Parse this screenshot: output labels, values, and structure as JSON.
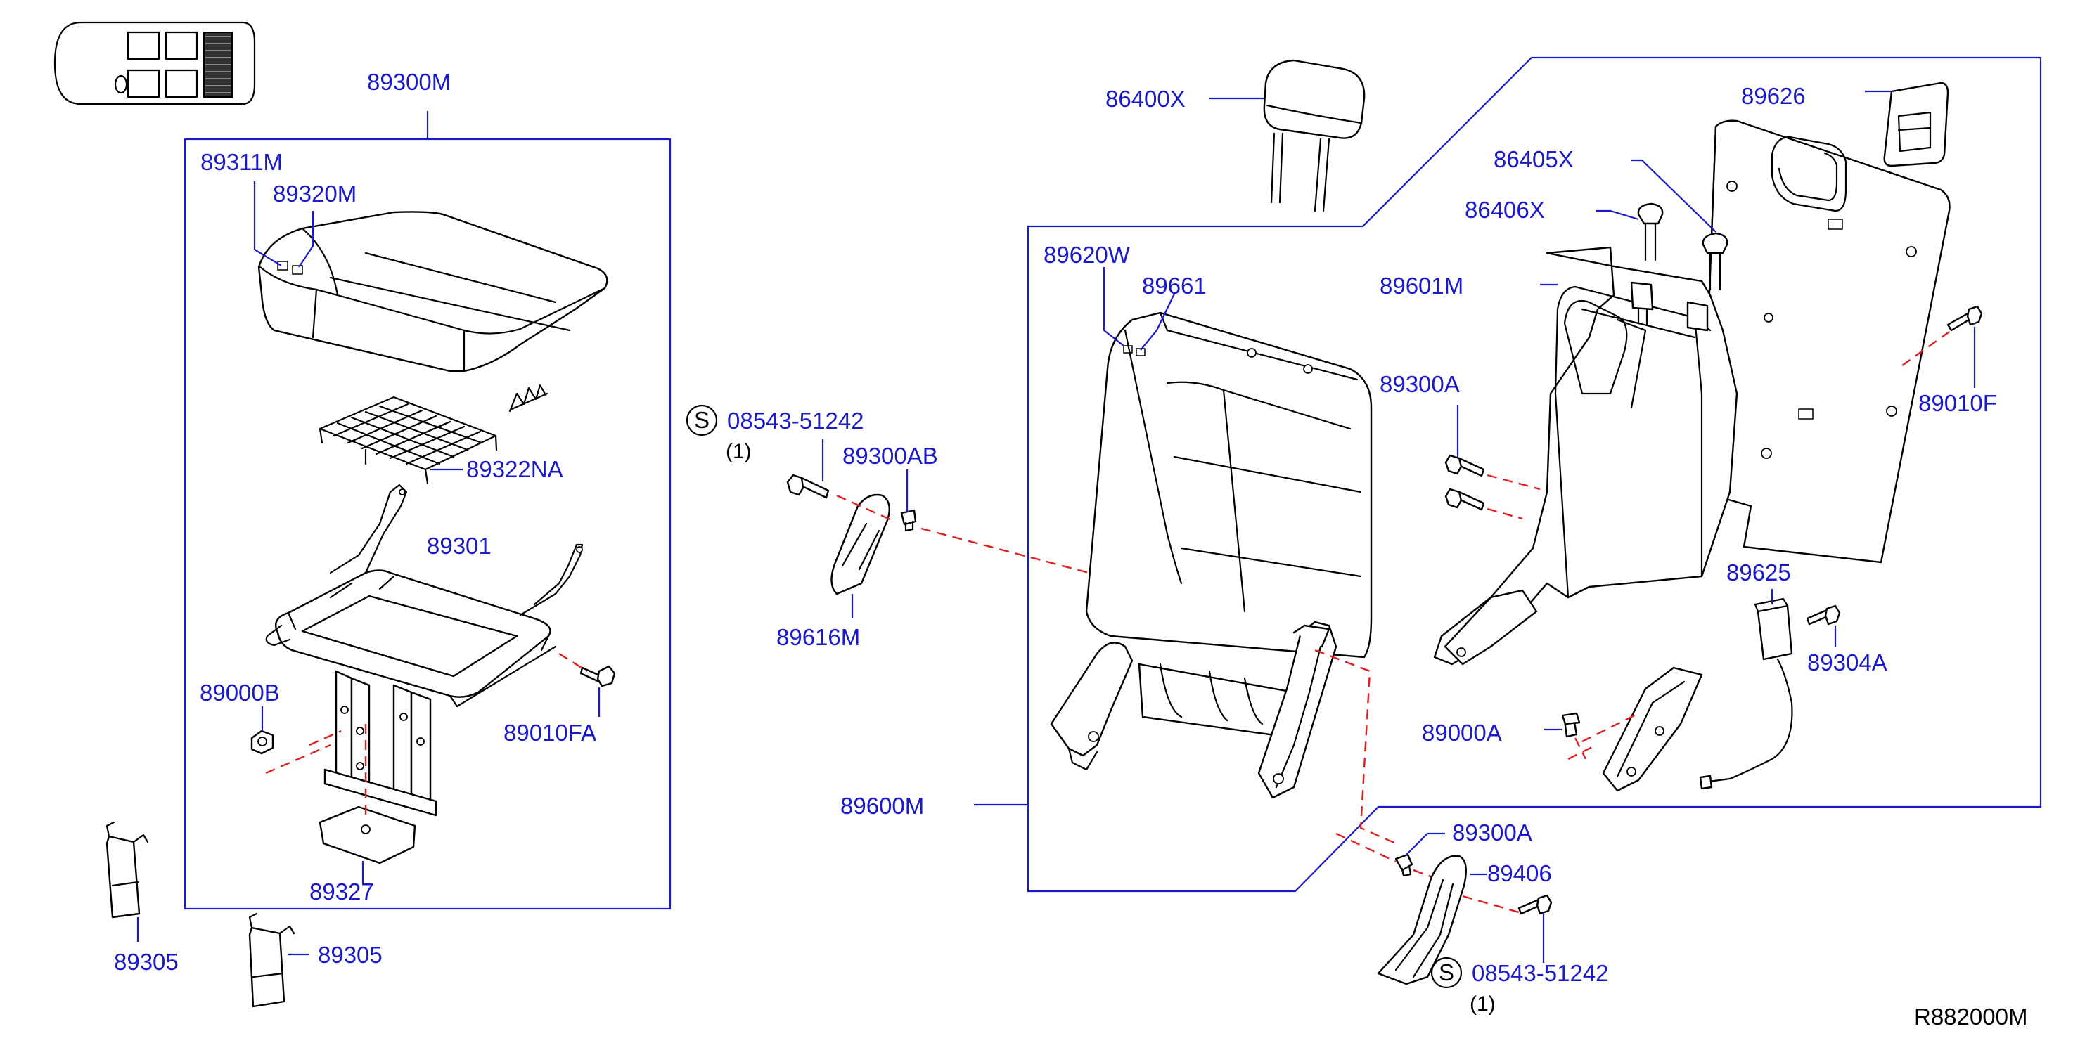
{
  "diagram": {
    "labels": {
      "p89300M": "89300M",
      "p89311M": "89311M",
      "p89320M": "89320M",
      "p89322NA": "89322NA",
      "p89301": "89301",
      "p89000B": "89000B",
      "p89010FA": "89010FA",
      "p89327": "89327",
      "p89305a": "89305",
      "p89305b": "89305",
      "s_left_num": "08543-51242",
      "s_left_qty": "(1)",
      "p89300AB": "89300AB",
      "p89616M": "89616M",
      "p86400X": "86400X",
      "p89620W": "89620W",
      "p89661": "89661",
      "p89600M": "89600M",
      "p89626": "89626",
      "p86405X": "86405X",
      "p86406X": "86406X",
      "p89601M": "89601M",
      "p89300A_top": "89300A",
      "p89010F": "89010F",
      "p89625": "89625",
      "p89304A": "89304A",
      "p89000A": "89000A",
      "p89300A_bottom": "89300A",
      "p89406": "89406",
      "s_right_num": "08543-51242",
      "s_right_qty": "(1)",
      "s_symbol": "S",
      "ref_code": "R882000M"
    },
    "colors": {
      "callout_text": "#1a1acc",
      "leader_lines": "#1a1acc",
      "assembly_path": "#e02020",
      "part_outline": "#000000"
    }
  }
}
